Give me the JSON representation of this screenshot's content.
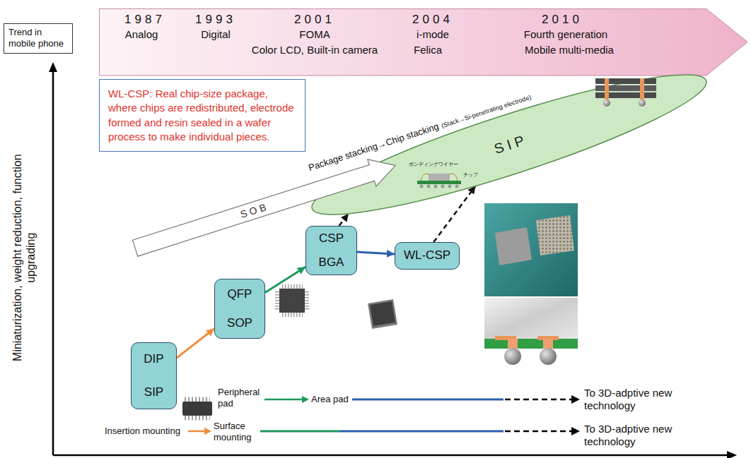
{
  "diagram": {
    "nodes": [
      {
        "text": [
          "Trend in mobile phone"
        ]
      },
      {
        "text": [
          "1987",
          "Analog",
          "1993",
          "Digital",
          "2001",
          "FOMA",
          "Color LCD, Built-in camera",
          "2004",
          "i-mode",
          "Felica",
          "2010",
          "Fourth generation",
          "Mobile multi-media"
        ]
      },
      {
        "text": [
          "WL-CSP: Real chip-size package, where chips are redistributed, electrode formed and resin sealed in a wafer process to make individual pieces."
        ]
      },
      {
        "text": [
          "S I P"
        ]
      },
      {
        "text": [
          "S O B"
        ]
      },
      {
        "text": [
          "DIP",
          "SIP"
        ]
      },
      {
        "text": [
          "QFP",
          "SOP"
        ]
      },
      {
        "text": [
          "CSP",
          "BGA"
        ]
      },
      {
        "text": [
          "WL-CSP"
        ]
      }
    ],
    "edges": [
      {
        "from": 5,
        "to": 6,
        "arrow": "to"
      },
      {
        "from": 6,
        "to": 7,
        "arrow": "to"
      },
      {
        "from": 7,
        "to": 8,
        "arrow": "to"
      },
      {
        "from": 7,
        "to": 3,
        "arrow": "to"
      },
      {
        "from": 8,
        "to": 3,
        "arrow": "to"
      }
    ],
    "labels": [
      "Miniaturization, weight reduction, function upgrading",
      "Package stacking→Chip stacking",
      "(Stack→Si-penetrating electrode)",
      "ボンディングワイヤー",
      "チップ",
      "Peripheral pad",
      "Area pad",
      "To 3D-adptive new technology",
      "Insertion mounting",
      "Surface mounting",
      "To 3D-adptive new technology"
    ]
  }
}
